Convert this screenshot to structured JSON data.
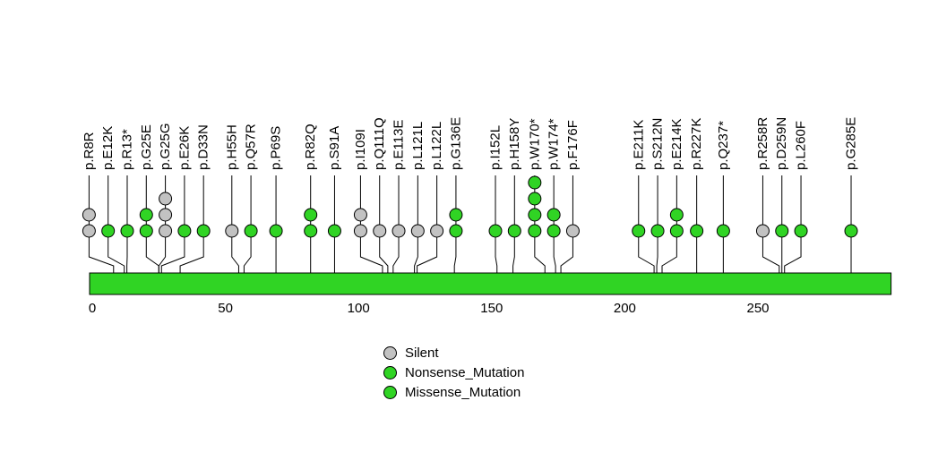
{
  "chart_data": {
    "type": "lollipop",
    "title": "",
    "xlabel": "",
    "ylabel": "",
    "xlim": [
      0,
      300
    ],
    "xticks": [
      0,
      50,
      100,
      150,
      200,
      250
    ],
    "colors": {
      "Silent": "#c2c2c2",
      "Nonsense_Mutation": "#30d424",
      "Missense_Mutation": "#30d424"
    },
    "bar": {
      "start": 0,
      "end": 300
    },
    "legend": [
      {
        "label": "Silent",
        "type": "Silent"
      },
      {
        "label": "Nonsense_Mutation",
        "type": "Nonsense_Mutation"
      },
      {
        "label": "Missense_Mutation",
        "type": "Missense_Mutation"
      }
    ],
    "mutations": [
      {
        "label": "p.R8R",
        "pos": 8,
        "count": 2,
        "type": "Silent"
      },
      {
        "label": "p.E12K",
        "pos": 12,
        "count": 1,
        "type": "Missense_Mutation"
      },
      {
        "label": "p.R13*",
        "pos": 13,
        "count": 1,
        "type": "Nonsense_Mutation"
      },
      {
        "label": "p.G25E",
        "pos": 25,
        "count": 2,
        "type": "Missense_Mutation"
      },
      {
        "label": "p.G25G",
        "pos": 25,
        "count": 3,
        "type": "Silent"
      },
      {
        "label": "p.E26K",
        "pos": 26,
        "count": 1,
        "type": "Missense_Mutation"
      },
      {
        "label": "p.D33N",
        "pos": 33,
        "count": 1,
        "type": "Missense_Mutation"
      },
      {
        "label": "p.H55H",
        "pos": 55,
        "count": 1,
        "type": "Silent"
      },
      {
        "label": "p.Q57R",
        "pos": 57,
        "count": 1,
        "type": "Missense_Mutation"
      },
      {
        "label": "p.P69S",
        "pos": 69,
        "count": 1,
        "type": "Missense_Mutation"
      },
      {
        "label": "p.R82Q",
        "pos": 82,
        "count": 2,
        "type": "Missense_Mutation"
      },
      {
        "label": "p.S91A",
        "pos": 91,
        "count": 1,
        "type": "Missense_Mutation"
      },
      {
        "label": "p.I109I",
        "pos": 109,
        "count": 2,
        "type": "Silent"
      },
      {
        "label": "p.Q111Q",
        "pos": 111,
        "count": 1,
        "type": "Silent"
      },
      {
        "label": "p.E113E",
        "pos": 113,
        "count": 1,
        "type": "Silent"
      },
      {
        "label": "p.L121L",
        "pos": 121,
        "count": 1,
        "type": "Silent"
      },
      {
        "label": "p.L122L",
        "pos": 122,
        "count": 1,
        "type": "Silent"
      },
      {
        "label": "p.G136E",
        "pos": 136,
        "count": 2,
        "type": "Missense_Mutation"
      },
      {
        "label": "p.I152L",
        "pos": 152,
        "count": 1,
        "type": "Missense_Mutation"
      },
      {
        "label": "p.H158Y",
        "pos": 158,
        "count": 1,
        "type": "Missense_Mutation"
      },
      {
        "label": "p.W170*",
        "pos": 170,
        "count": 4,
        "type": "Nonsense_Mutation"
      },
      {
        "label": "p.W174*",
        "pos": 174,
        "count": 2,
        "type": "Nonsense_Mutation"
      },
      {
        "label": "p.F176F",
        "pos": 176,
        "count": 1,
        "type": "Silent"
      },
      {
        "label": "p.E211K",
        "pos": 211,
        "count": 1,
        "type": "Missense_Mutation"
      },
      {
        "label": "p.S212N",
        "pos": 212,
        "count": 1,
        "type": "Missense_Mutation"
      },
      {
        "label": "p.E214K",
        "pos": 214,
        "count": 2,
        "type": "Missense_Mutation"
      },
      {
        "label": "p.R227K",
        "pos": 227,
        "count": 1,
        "type": "Missense_Mutation"
      },
      {
        "label": "p.Q237*",
        "pos": 237,
        "count": 1,
        "type": "Nonsense_Mutation"
      },
      {
        "label": "p.R258R",
        "pos": 258,
        "count": 1,
        "type": "Silent"
      },
      {
        "label": "p.D259N",
        "pos": 259,
        "count": 1,
        "type": "Missense_Mutation"
      },
      {
        "label": "p.L260F",
        "pos": 260,
        "count": 1,
        "type": "Missense_Mutation"
      },
      {
        "label": "p.G285E",
        "pos": 285,
        "count": 1,
        "type": "Missense_Mutation"
      }
    ]
  }
}
